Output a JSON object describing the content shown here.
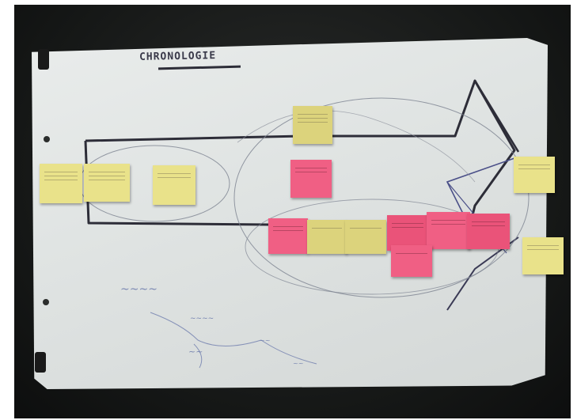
{
  "title": "CHRONOLOGIE",
  "colors": {
    "background": "#151716",
    "paper": "#e2e5e4",
    "sticky_yellow": "#e9e28a",
    "sticky_pink": "#f05f84",
    "marker_black": "#2d2d38",
    "pen_blue": "#5f6fa6"
  },
  "sticky_notes": [
    {
      "id": "left-1",
      "color": "yellow"
    },
    {
      "id": "left-2",
      "color": "yellow"
    },
    {
      "id": "left-3",
      "color": "yellow"
    },
    {
      "id": "top-center",
      "color": "yellow"
    },
    {
      "id": "center-pink",
      "color": "pink"
    },
    {
      "id": "row-1",
      "color": "pink"
    },
    {
      "id": "row-2",
      "color": "yellow"
    },
    {
      "id": "row-3",
      "color": "yellow"
    },
    {
      "id": "row-4",
      "color": "pink"
    },
    {
      "id": "row-5",
      "color": "pink"
    },
    {
      "id": "row-6",
      "color": "pink"
    },
    {
      "id": "row-below",
      "color": "pink"
    },
    {
      "id": "right-top",
      "color": "yellow"
    },
    {
      "id": "right-bottom",
      "color": "yellow"
    }
  ]
}
